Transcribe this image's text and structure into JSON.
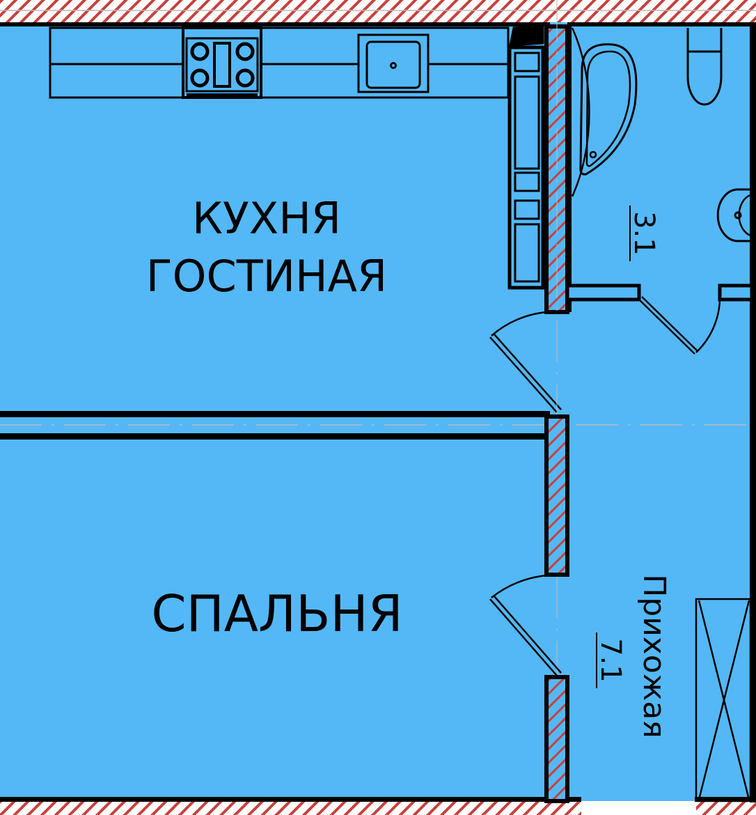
{
  "plan": {
    "colors": {
      "floor": "#54b8f6",
      "wall": "#000000",
      "hatch": "#c9403d"
    },
    "rooms": {
      "kitchen": {
        "line1": "КУХНЯ",
        "line2": "ГОСТИНАЯ"
      },
      "bedroom": {
        "label": "СПАЛЬНЯ"
      },
      "bathroom": {
        "area": "3.1"
      },
      "hallway": {
        "label": "Прихожая",
        "area": "7.1"
      }
    }
  }
}
